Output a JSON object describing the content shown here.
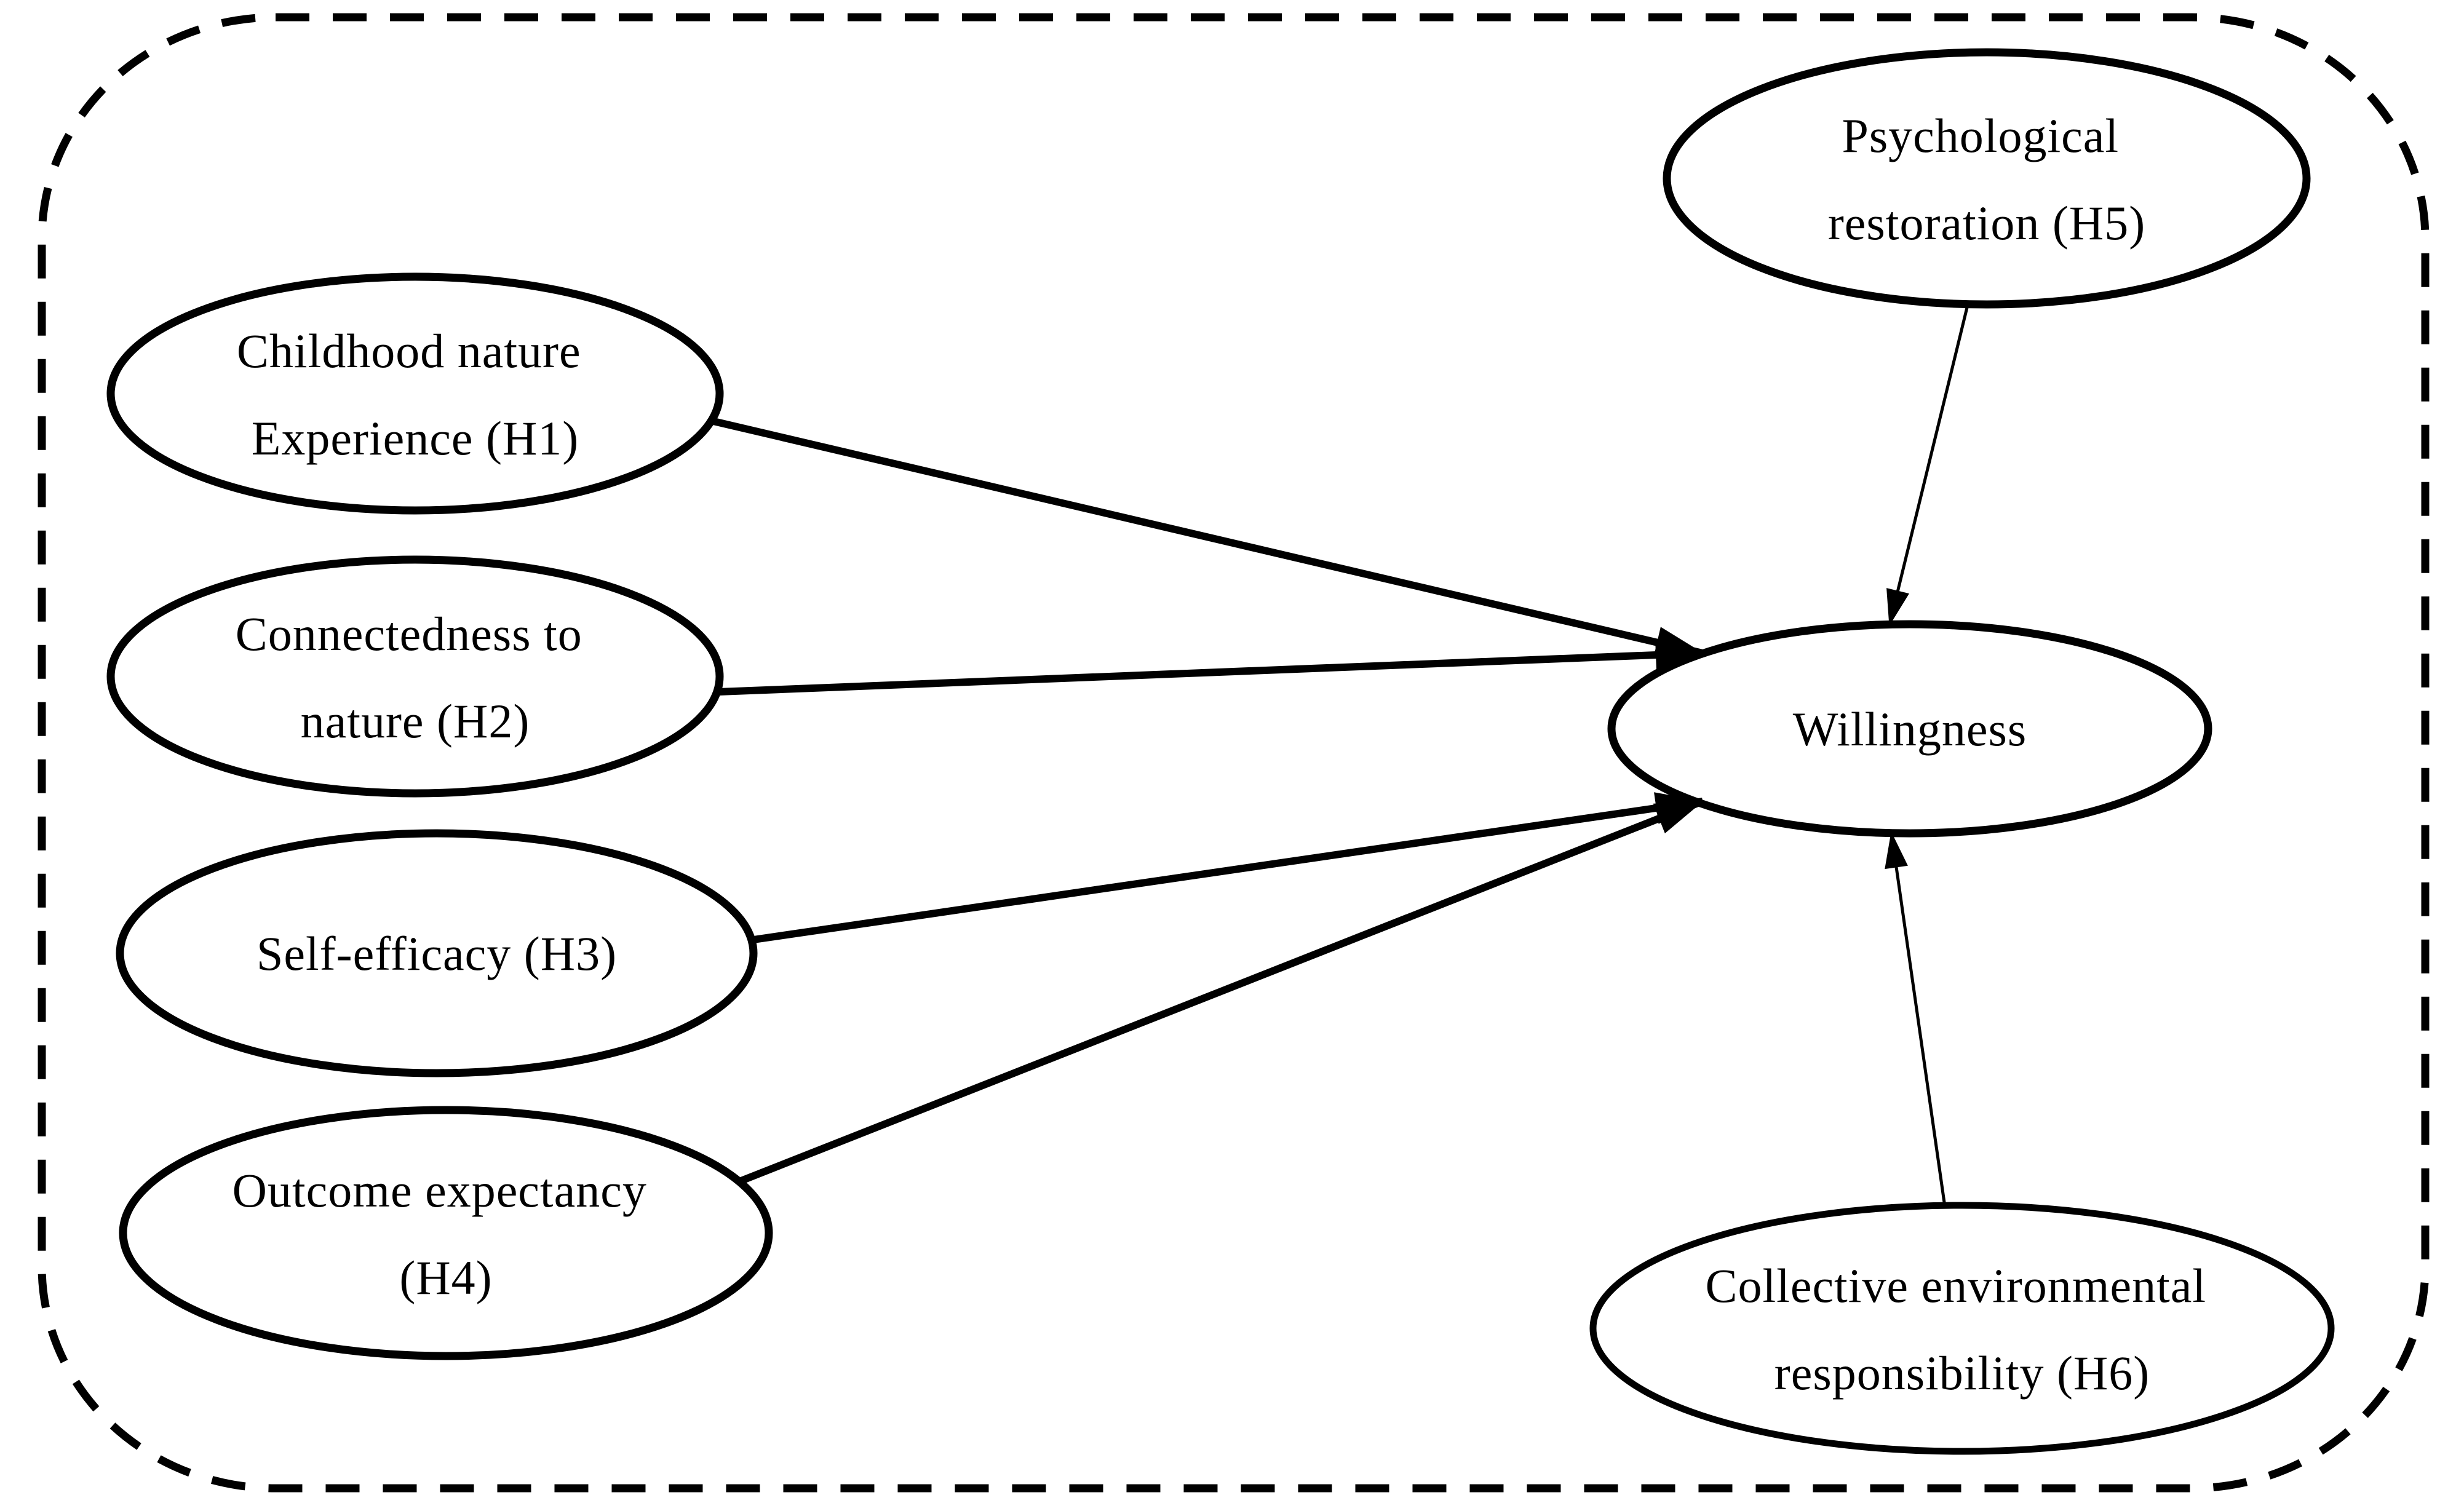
{
  "page": {
    "background": "#ffffff",
    "ink_color": "#000000"
  },
  "diagram": {
    "kind": "hypothesis-path-model",
    "frame_style": "dashed rounded rectangle",
    "nodes": {
      "h1": {
        "lines": [
          "Childhood nature",
          "Experience (H1)"
        ]
      },
      "h2": {
        "lines": [
          "Connectedness to",
          "nature (H2)"
        ]
      },
      "h3": {
        "lines": [
          "Self-efficacy (H3)"
        ]
      },
      "h4": {
        "lines": [
          "Outcome expectancy",
          "(H4)"
        ]
      },
      "h5": {
        "lines": [
          "Psychological",
          "restoration (H5)"
        ]
      },
      "h6": {
        "lines": [
          "Collective environmental",
          "responsibility (H6)"
        ]
      },
      "willingness": {
        "lines": [
          "Willingness"
        ]
      }
    },
    "edges": [
      {
        "from": "h1",
        "to": "willingness",
        "arrow": "filled-triangle",
        "weight": "thick"
      },
      {
        "from": "h2",
        "to": "willingness",
        "arrow": "filled-triangle",
        "weight": "thick"
      },
      {
        "from": "h3",
        "to": "willingness",
        "arrow": "filled-triangle",
        "weight": "thick"
      },
      {
        "from": "h4",
        "to": "willingness",
        "arrow": "filled-triangle",
        "weight": "thick"
      },
      {
        "from": "h5",
        "to": "willingness",
        "arrow": "filled-triangle",
        "weight": "thin"
      },
      {
        "from": "h6",
        "to": "willingness",
        "arrow": "filled-triangle",
        "weight": "thin"
      }
    ]
  }
}
